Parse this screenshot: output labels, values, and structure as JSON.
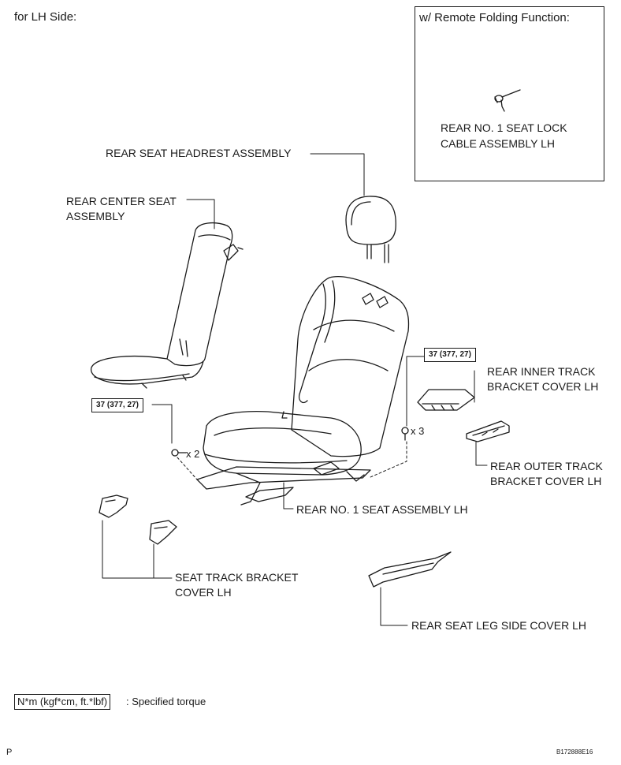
{
  "header": {
    "side_label": "for LH Side:"
  },
  "inset": {
    "title": "w/ Remote Folding Function:",
    "part_line1": "REAR NO. 1 SEAT LOCK",
    "part_line2": "CABLE ASSEMBLY LH"
  },
  "parts": {
    "headrest": "REAR SEAT HEADREST ASSEMBLY",
    "center_seat_line1": "REAR CENTER SEAT",
    "center_seat_line2": "ASSEMBLY",
    "inner_track_line1": "REAR INNER TRACK",
    "inner_track_line2": "BRACKET COVER LH",
    "outer_track_line1": "REAR OUTER TRACK",
    "outer_track_line2": "BRACKET COVER LH",
    "seat_no1": "REAR NO. 1 SEAT ASSEMBLY LH",
    "track_cover_line1": "SEAT TRACK BRACKET",
    "track_cover_line2": "COVER LH",
    "leg_cover": "REAR SEAT LEG SIDE COVER LH"
  },
  "torque": {
    "left_value": "37 (377, 27)",
    "right_value": "37 (377, 27)",
    "left_qty": "x 2",
    "right_qty": "x 3"
  },
  "legend": {
    "box_text": "N*m (kgf*cm, ft.*lbf)",
    "desc": ": Specified torque"
  },
  "footer": {
    "left_mark": "P",
    "code": "B172888E16"
  }
}
